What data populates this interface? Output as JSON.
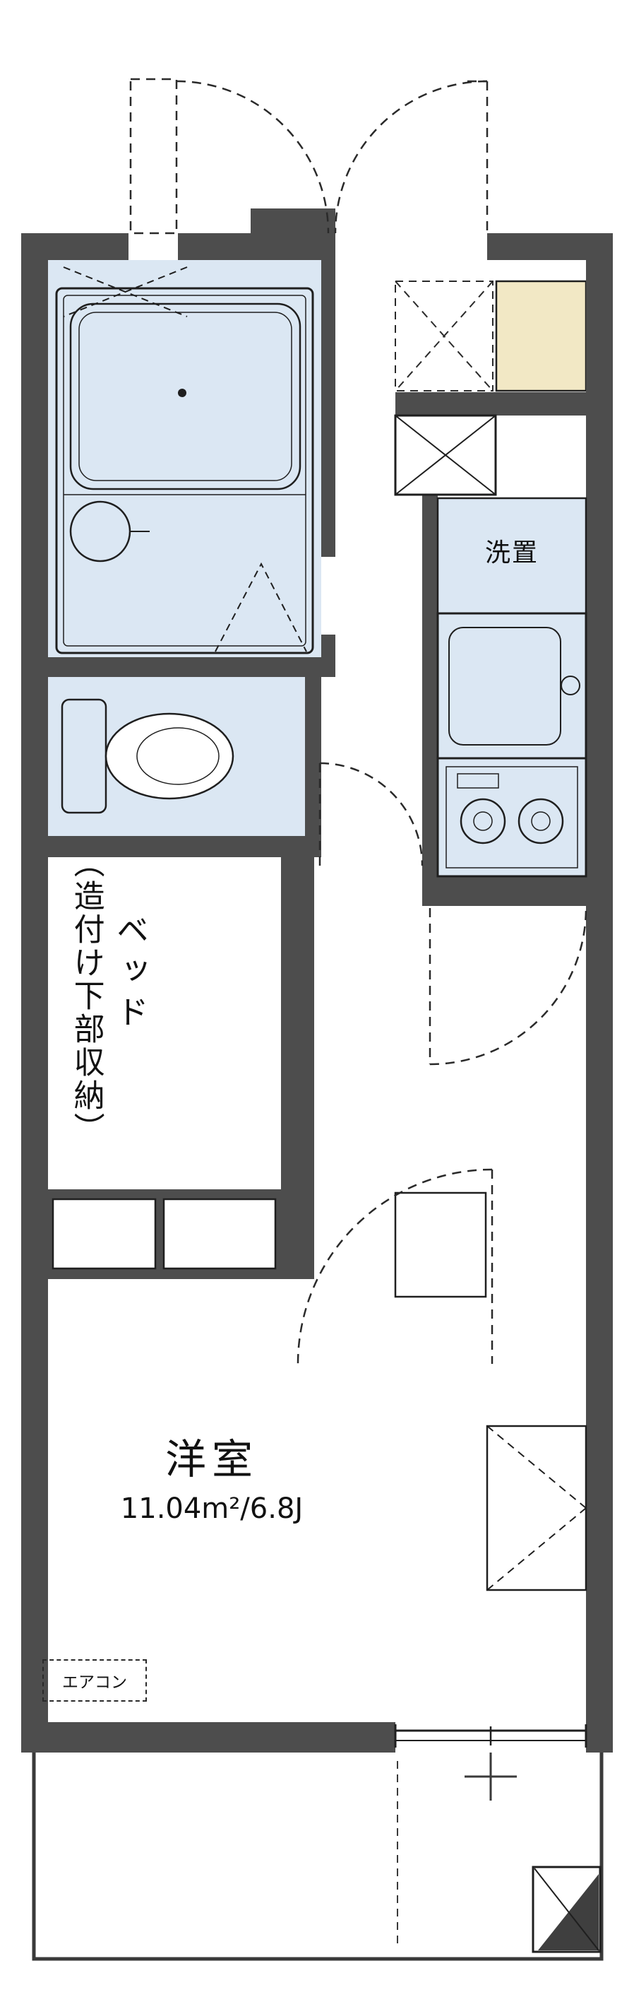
{
  "meta": {
    "type": "floor-plan"
  },
  "labels": {
    "laundry": "洗置",
    "bed_unit_main": "ベッド",
    "bed_unit_note": "（造付け下部収納）",
    "room_name": "洋室",
    "room_area": "11.04m²/6.8J",
    "aircon": "エアコン"
  },
  "colors": {
    "wall": "#4d4d4d",
    "wet_room_fill": "#dbe7f3",
    "entry_cabinet_fill": "#f2e8c5",
    "line": "#1f1f1f",
    "balcony_line": "#3a3a3a",
    "background": "#ffffff"
  }
}
